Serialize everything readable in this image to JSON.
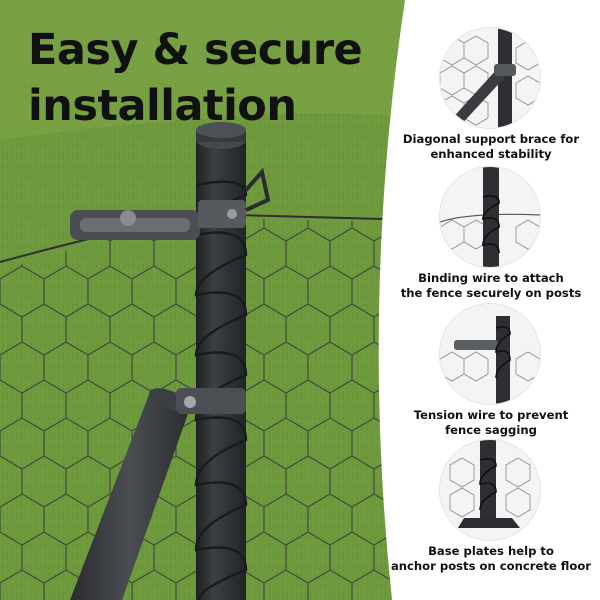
{
  "headline": {
    "line1": "Easy & secure",
    "line2": "installation"
  },
  "features": [
    {
      "icon": "diagonal-brace-icon",
      "line1": "Diagonal support brace for",
      "line2": "enhanced stability"
    },
    {
      "icon": "binding-wire-icon",
      "line1": "Binding wire to attach",
      "line2": "the fence securely on posts"
    },
    {
      "icon": "tension-wire-icon",
      "line1": "Tension wire to prevent",
      "line2": "fence sagging"
    },
    {
      "icon": "base-plate-icon",
      "line1": "Base plates help to",
      "line2": "anchor posts on concrete floor"
    }
  ],
  "colors": {
    "grass": "#6f9a3e",
    "post": "#2b2d30",
    "panel": "#ffffff",
    "text": "#111111"
  }
}
